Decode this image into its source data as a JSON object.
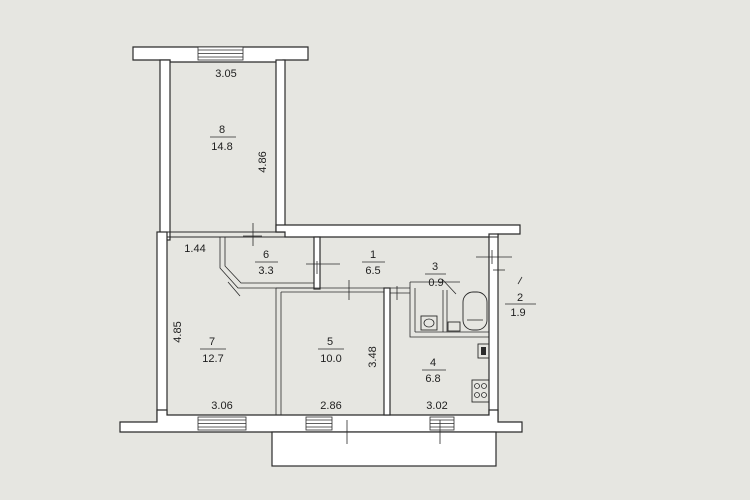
{
  "rooms": {
    "r1": {
      "number": "1",
      "area": "6.5"
    },
    "r2": {
      "number": "2",
      "area": "1.9"
    },
    "r3": {
      "number": "3",
      "area": "0.9"
    },
    "r4": {
      "number": "4",
      "area": "6.8"
    },
    "r5": {
      "number": "5",
      "area": "10.0"
    },
    "r6": {
      "number": "6",
      "area": "3.3"
    },
    "r7": {
      "number": "7",
      "area": "12.7"
    },
    "r8": {
      "number": "8",
      "area": "14.8"
    }
  },
  "dimensions": {
    "r8_width": "3.05",
    "r8_length": "4.86",
    "r7_corner": "1.44",
    "r7_length": "4.85",
    "r5_length": "3.48",
    "bottom_r7": "3.06",
    "bottom_r5": "2.86",
    "bottom_r4": "3.02"
  }
}
